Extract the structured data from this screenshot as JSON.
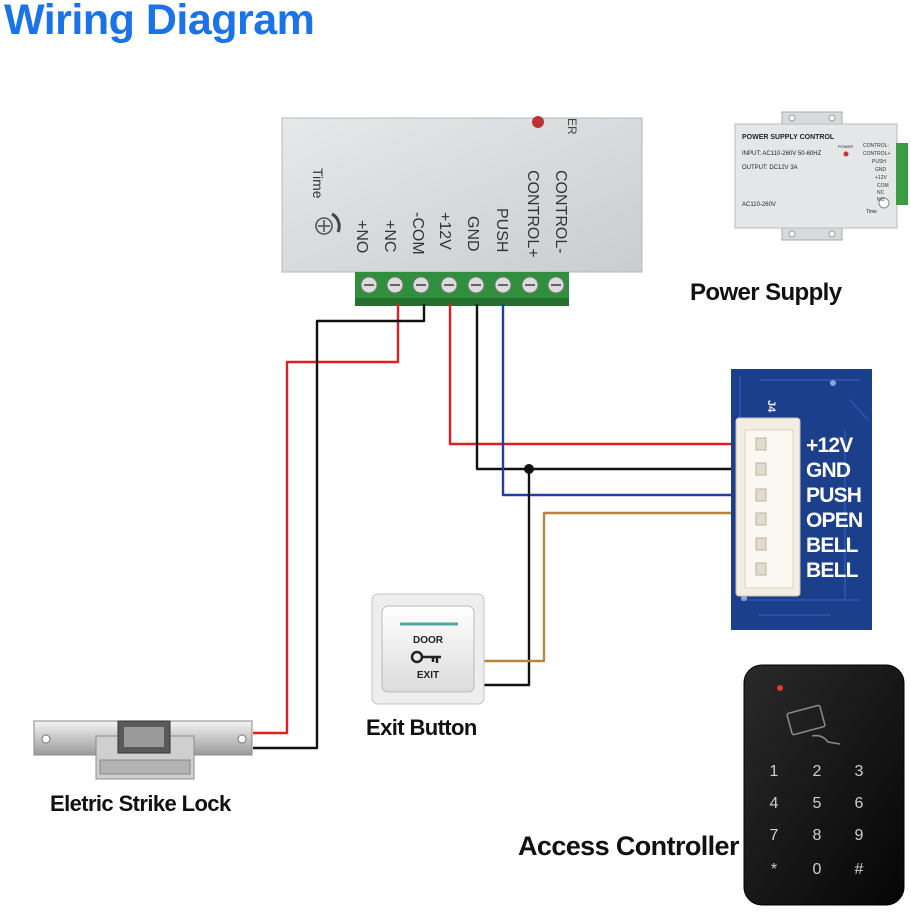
{
  "title": "Wiring Diagram",
  "power_supply_unit": {
    "vertical_labels": [
      "CONTROL-",
      "CONTROL+",
      "PUSH",
      "GND",
      "+12V",
      "-COM",
      "+NC",
      "+NO"
    ],
    "time_label": "Time",
    "power_label": "ER"
  },
  "power_supply_photo": {
    "heading": "POWER SUPPLY CONTROL",
    "input_line": "INPUT: AC110-260V 50-60HZ",
    "output_line": "OUTPUT: DC12V  3A",
    "rating": "AC110-260V",
    "power_led_label": "POWER",
    "terminals": [
      "CONTROL-",
      "CONTROL+",
      "PUSH",
      "GND",
      "+12V",
      "COM",
      "NC",
      "NO"
    ],
    "time_label": "Time",
    "caption": "Power Supply"
  },
  "controller_board": {
    "pins": [
      "+12V",
      "GND",
      "PUSH",
      "OPEN",
      "BELL",
      "BELL"
    ],
    "board_label": "J4"
  },
  "exit_button": {
    "line1": "DOOR",
    "line2": "EXIT",
    "caption": "Exit Button"
  },
  "strike_lock": {
    "caption": "Eletric Strike Lock"
  },
  "access_controller": {
    "keys": [
      "1",
      "2",
      "3",
      "4",
      "5",
      "6",
      "7",
      "8",
      "9",
      "*",
      "0",
      "#"
    ],
    "caption": "Access Controller"
  },
  "colors": {
    "title": "#1a73e8",
    "wire_red": "#e02020",
    "wire_black": "#111111",
    "wire_blue": "#1e3ea8",
    "wire_brown": "#b8863c",
    "board_blue": "#1c3f8c",
    "terminal_green": "#2f8f3c"
  }
}
